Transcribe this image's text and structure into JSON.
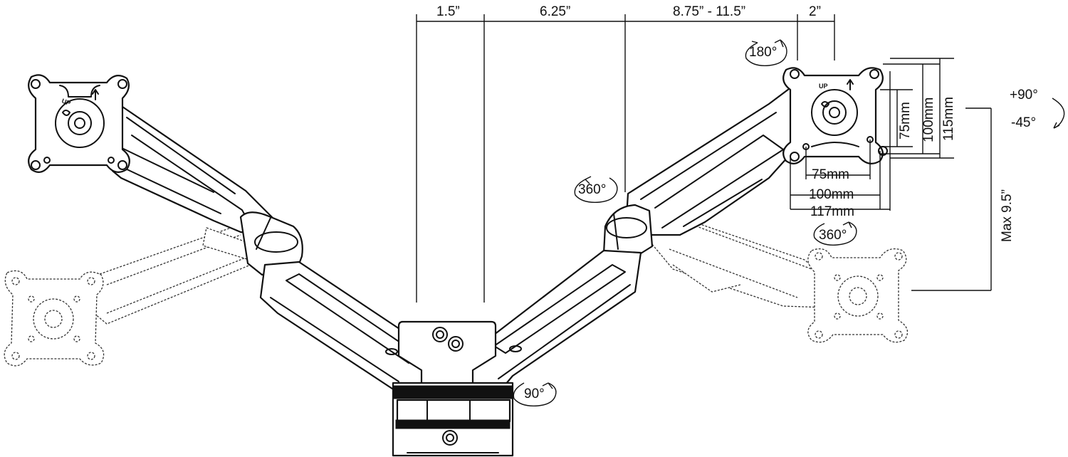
{
  "diagram": {
    "top_dimensions": {
      "d1": "1.5”",
      "d2": "6.25”",
      "d3": "8.75” - 11.5”",
      "d4": "2”"
    },
    "rotations": {
      "plate_rotation": "180°",
      "arm_swivel": "360°",
      "head_swivel": "360°",
      "base_swivel": "90°"
    },
    "tilt": {
      "up": "+90°",
      "down": "-45°"
    },
    "vesa": {
      "h1": "75mm",
      "h2": "100mm",
      "h3": "117mm",
      "v1": "75mm",
      "v2": "100mm",
      "v3": "115mm"
    },
    "height_adjust": "Max 9.5”",
    "plate_marking": "UP",
    "line_color": "#111111",
    "background": "#ffffff"
  }
}
